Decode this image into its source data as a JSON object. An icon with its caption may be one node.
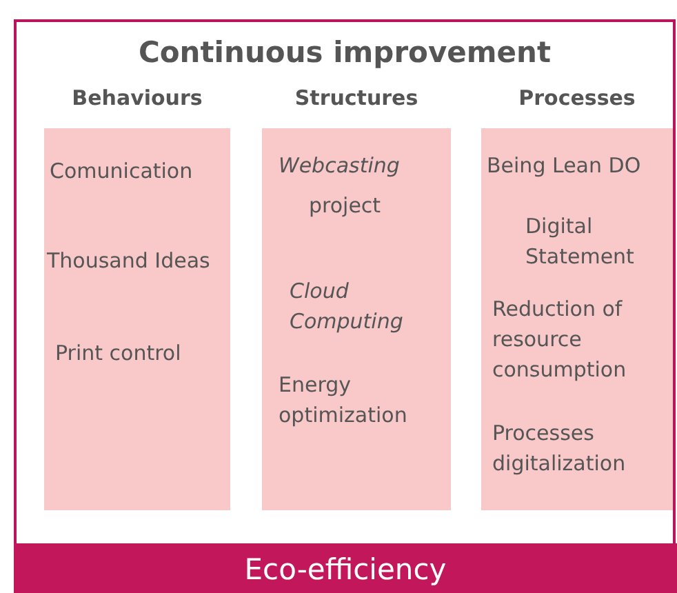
{
  "diagram": {
    "nodes": [
      {
        "text": [
          "Continuous improvement"
        ]
      },
      {
        "text": [
          "Behaviours",
          "Comunication",
          "Thousand Ideas",
          "Print control"
        ],
        "in": 0
      },
      {
        "text": [
          "Structures",
          "Webcasting",
          "project",
          "Cloud Computing",
          "Energy optimization"
        ],
        "in": 0
      },
      {
        "text": [
          "Processes",
          "Being Lean DO",
          "Digital Statement",
          "Reduction of resource consumption",
          "Processes digitalization"
        ],
        "in": 0
      },
      {
        "text": [
          "Eco-efficiency"
        ]
      }
    ],
    "edges": []
  }
}
